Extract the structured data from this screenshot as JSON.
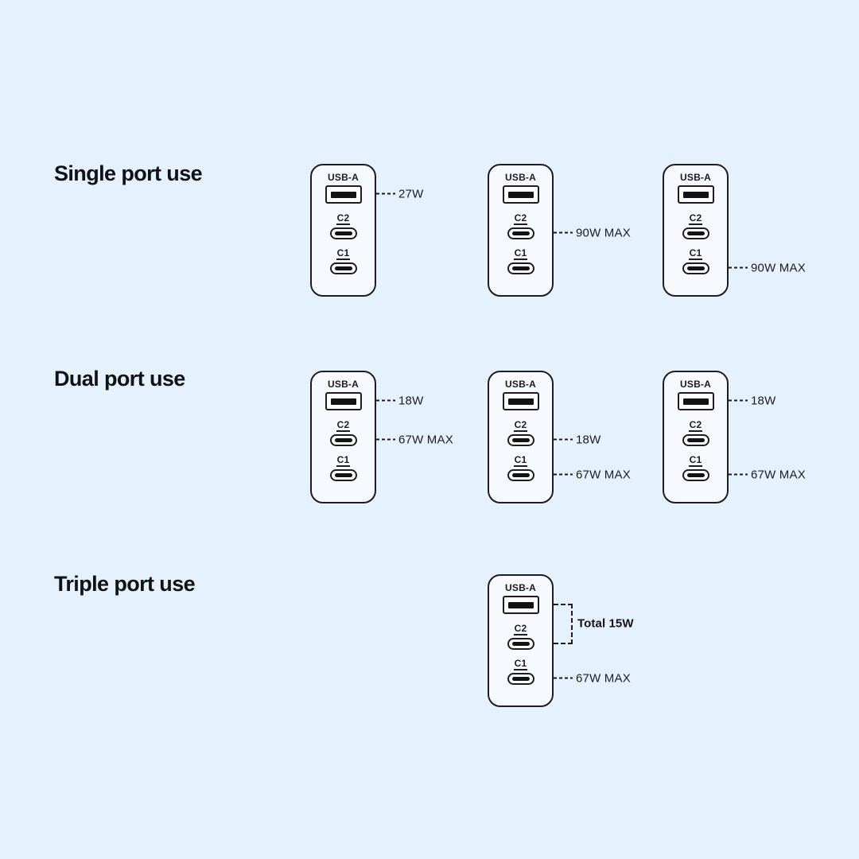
{
  "colors": {
    "background": "#E5F1FC",
    "ink": "#1D1D1F",
    "charger_fill": "#F6FAFE"
  },
  "port_labels": {
    "usb_a": "USB-A",
    "c2": "C2",
    "c1": "C1"
  },
  "sections": [
    {
      "heading": "Single port use",
      "chargers": [
        {
          "callouts": [
            {
              "port": "usb_a",
              "text": "27W"
            }
          ]
        },
        {
          "callouts": [
            {
              "port": "c2",
              "text": "90W MAX"
            }
          ]
        },
        {
          "callouts": [
            {
              "port": "c1",
              "text": "90W MAX"
            }
          ]
        }
      ]
    },
    {
      "heading": "Dual port use",
      "chargers": [
        {
          "callouts": [
            {
              "port": "usb_a",
              "text": "18W"
            },
            {
              "port": "c2",
              "text": "67W MAX"
            }
          ]
        },
        {
          "callouts": [
            {
              "port": "c2",
              "text": "18W"
            },
            {
              "port": "c1",
              "text": "67W MAX"
            }
          ]
        },
        {
          "callouts": [
            {
              "port": "usb_a",
              "text": "18W"
            },
            {
              "port": "c1",
              "text": "67W MAX"
            }
          ]
        }
      ]
    },
    {
      "heading": "Triple port use",
      "chargers": [
        {
          "bracket": {
            "ports": [
              "usb_a",
              "c2"
            ],
            "text": "Total 15W"
          },
          "callouts": [
            {
              "port": "c1",
              "text": "67W MAX"
            }
          ]
        }
      ]
    }
  ]
}
